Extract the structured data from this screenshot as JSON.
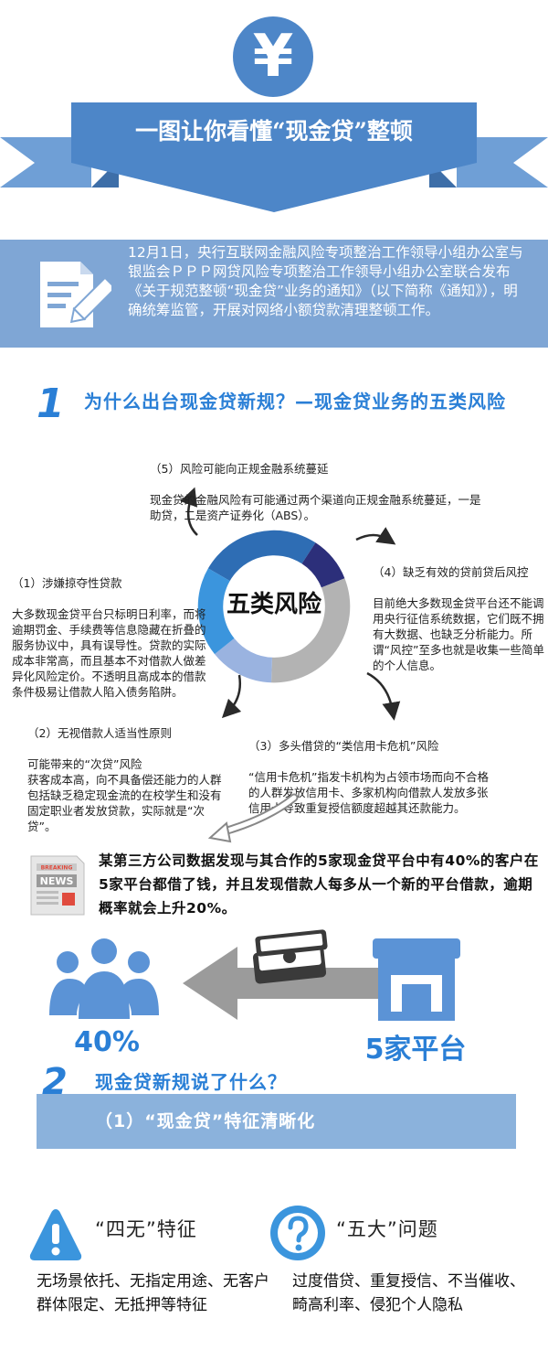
{
  "header": {
    "currency_icon": "yen-icon",
    "currency_symbol": "¥",
    "title": "一图让你看懂“现金贷”整顿"
  },
  "intro": {
    "icon": "document-pencil-icon",
    "text": "12月1日，央行互联网金融风险专项整治工作领导小组办公室与银监会ＰＰＰ网贷风险专项整治工作领导小组办公室联合发布《关于规范整顿“现金贷”业务的通知》（以下简称《通知》），明确统筹监管，开展对网络小额贷款清理整顿工作。"
  },
  "section1": {
    "number": "1",
    "title": "为什么出台现金贷新规？—现金贷业务的五类风险",
    "donut_label": "五类风险",
    "risks": [
      {
        "heading": "（1）涉嫌掠夺性贷款",
        "body": "大多数现金贷平台只标明日利率，而将逾期罚金、手续费等信息隐藏在折叠的服务协议中，具有误导性。贷款的实际成本非常高，而且基本不对借款人做差异化风险定价。不透明且高成本的借款条件极易让借款人陷入债务陷阱。"
      },
      {
        "heading": "（2）无视借款人适当性原则",
        "body": "可能带来的“次贷”风险\n获客成本高，向不具备偿还能力的人群包括缺乏稳定现金流的在校学生和没有固定职业者发放贷款，实际就是“次贷”。"
      },
      {
        "heading": "（3）多头借贷的“类信用卡危机”风险",
        "body": "“信用卡危机”指发卡机构为占领市场而向不合格的人群发放信用卡、多家机构向借款人发放多张信用卡导致重复授信额度超越其还款能力。"
      },
      {
        "heading": "（4）缺乏有效的贷前贷后风控",
        "body": "目前绝大多数现金贷平台还不能调用央行征信系统数据，它们既不拥有大数据、也缺乏分析能力。所谓“风控”至多也就是收集一些简单的个人信息。"
      },
      {
        "heading": "（5）风险可能向正规金融系统蔓延",
        "body": "现金贷的金融风险有可能通过两个渠道向正规金融系统蔓延，一是助贷，二是资产证券化（ABS）。"
      }
    ],
    "donut_colors": [
      "#2e6db4",
      "#2c2f7a",
      "#b3b3b3",
      "#9ab3e0",
      "#3b95dd"
    ]
  },
  "news": {
    "icon": "breaking-news-icon",
    "icon_caption_top": "BREAKING",
    "icon_caption_main": "NEWS",
    "text": "某第三方公司数据发现与其合作的5家现金贷平台中有40%的客户在5家平台都借了钱，并且发现借款人每多从一个新的平台借款，逾期概率就会上升20%。"
  },
  "flow": {
    "people_icon": "people-group-icon",
    "money_icon": "money-stack-icon",
    "store_icon": "storefront-icon",
    "people_label": "40%",
    "store_label": "5家平台"
  },
  "section2": {
    "number": "2",
    "title": "现金贷新规说了什么？",
    "subsection": "（1）“现金贷”特征清晰化",
    "features": [
      {
        "icon": "warning-icon",
        "heading": "“四无”特征",
        "body": "无场景依托、无指定用途、无客户群体限定、无抵押等特征"
      },
      {
        "icon": "question-icon",
        "heading": "“五大”问题",
        "body": "过度借贷、重复授信、不当催收、畸高利率、侵犯个人隐私"
      }
    ]
  }
}
